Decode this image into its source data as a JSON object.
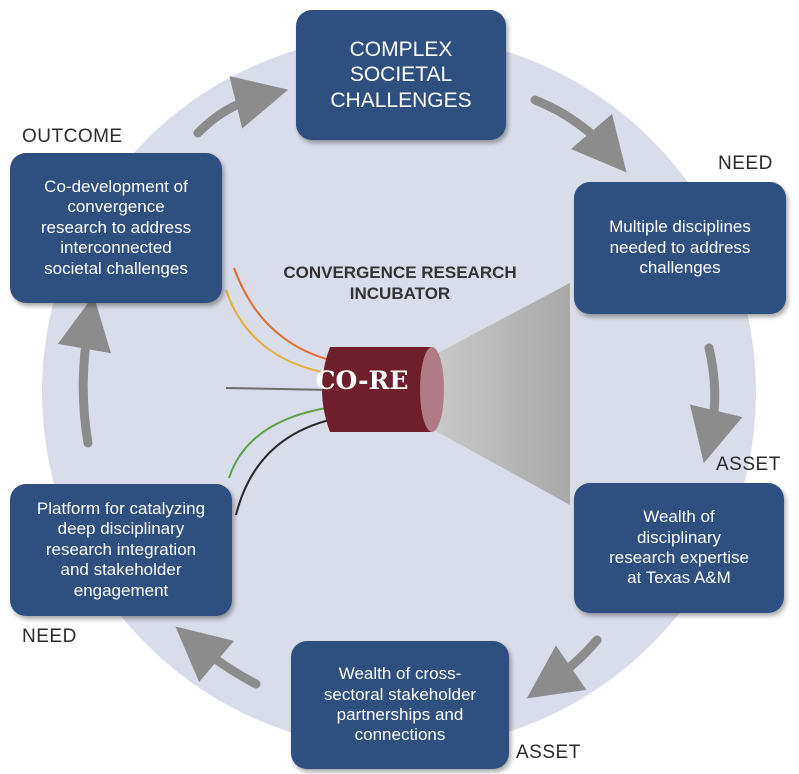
{
  "colors": {
    "box_fill": "#2e4f7f",
    "circle_fill": "#d9dde9",
    "arrow": "#8c8c8c",
    "cylinder_body": "#6e1f2b",
    "cylinder_face": "#b07a86",
    "cone": "#b3b3b3",
    "strand_colors": [
      "#e36c2e",
      "#e3b03b",
      "#6e6e6e",
      "#5aa046",
      "#2a2a2a"
    ]
  },
  "center": {
    "title": "CONVERGENCE RESEARCH\nINCUBATOR",
    "core_label": "CO-RE"
  },
  "boxes": {
    "top": "COMPLEX\nSOCIETAL\nCHALLENGES",
    "right": "Multiple disciplines\nneeded to address\nchallenges",
    "lower_right": "Wealth of\ndisciplinary\nresearch expertise\nat Texas A&M",
    "bottom": "Wealth of cross-\nsectoral stakeholder\npartnerships and\nconnections",
    "lower_left": "Platform for catalyzing\ndeep disciplinary\nresearch integration\nand stakeholder\nengagement",
    "upper_left": "Co-development of\nconvergence\nresearch to address\ninterconnected\nsocietal challenges"
  },
  "labels": {
    "outcome": "OUTCOME",
    "need_right": "NEED",
    "asset_right": "ASSET",
    "asset_bottom": "ASSET",
    "need_left": "NEED"
  }
}
